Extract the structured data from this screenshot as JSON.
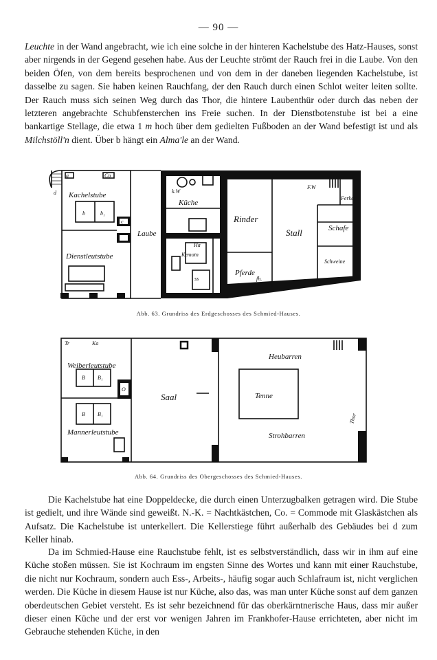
{
  "page": {
    "number": "— 90 —"
  },
  "para1": {
    "term_leuchte": "Leuchte",
    "t1": " in der Wand angebracht, wie ich eine solche in der hinteren Kachelstube des Hatz-Hauses, sonst aber nirgends in der Gegend gesehen habe. Aus der Leuchte strömt der Rauch frei in die Laube. Von den beiden Öfen, von dem bereits besprochenen und von dem in der daneben liegenden Kachelstube, ist dasselbe zu sagen. Sie haben keinen Rauchfang, der den Rauch durch einen Schlot weiter leiten sollte. Der Rauch muss sich seinen Weg durch das Thor, die hintere Laubenthür oder durch das neben der letzteren angebrachte Schubfensterchen ins Freie suchen. In der Dienstbotenstube ist bei a eine bankartige Stellage, die etwa 1 ",
    "unit_m": "m",
    "t2": " hoch über dem gedielten Fußboden an der Wand befestigt ist und als ",
    "term_milch": "Milchstöll'n",
    "t3": " dient. Über b hängt ein ",
    "term_alma": "Alma'le",
    "t4": " an der Wand."
  },
  "figure63": {
    "caption": "Abb. 63. Grundriss des Erdgeschosses des Schmied-Hauses.",
    "labels": {
      "kachelstube": "Kachelstube",
      "dienstleutstube": "Dienstleutstube",
      "laube": "Laube",
      "kuche": "Küche",
      "kemotn": "Kemotn",
      "rinder": "Rinder",
      "stall": "Stall",
      "pferde": "Pferde",
      "schafe": "Schafe",
      "schweine": "Schweine",
      "ferkel": "Ferkel",
      "letters": {
        "a": "a",
        "b": "b",
        "b1": "b₁",
        "c": "c",
        "d": "d",
        "co": "Co",
        "fw": "F.W",
        "ha": "Ha",
        "kw": "k.W",
        "fh": "fh.",
        "ss": "ss"
      }
    }
  },
  "figure64": {
    "caption": "Abb. 64. Grundriss des Obergeschosses des Schmied-Hauses.",
    "labels": {
      "weiberleutstube": "Weiberleutstube",
      "mannerleutstube": "Mannerleutstube",
      "saal": "Saal",
      "tenne": "Tenne",
      "heubarren": "Heubarren",
      "strohbarren": "Strohbarren",
      "thor": "Thor",
      "letters": {
        "b": "B",
        "b1": "B₁",
        "ka": "Ka",
        "o": "O",
        "tr": "Tr"
      }
    }
  },
  "para2": {
    "text": "Die Kachelstube hat eine Doppeldecke, die durch einen Unterzugbalken getragen wird. Die Stube ist gedielt, und ihre Wände sind geweißt. N.-K. = Nachtkästchen, Co. = Commode mit Glaskästchen als Aufsatz. Die Kachelstube ist unterkellert. Die Kellerstiege führt außerhalb des Gebäudes bei d zum Keller hinab."
  },
  "para3": {
    "text": "Da im Schmied-Hause eine Rauchstube fehlt, ist es selbstverständlich, dass wir in ihm auf eine Küche stoßen müssen. Sie ist Kochraum im engsten Sinne des Wortes und kann mit einer Rauchstube, die nicht nur Kochraum, sondern auch Ess-, Arbeits-, häufig sogar auch Schlafraum ist, nicht verglichen werden. Die Küche in diesem Hause ist nur Küche, also das, was man unter Küche sonst auf dem ganzen oberdeutschen Gebiet versteht. Es ist sehr bezeichnend für das oberkärntnerische Haus, dass mir außer dieser einen Küche und der erst vor wenigen Jahren im Frankhofer-Hause errichteten, aber nicht im Gebrauche stehenden Küche, in den"
  }
}
